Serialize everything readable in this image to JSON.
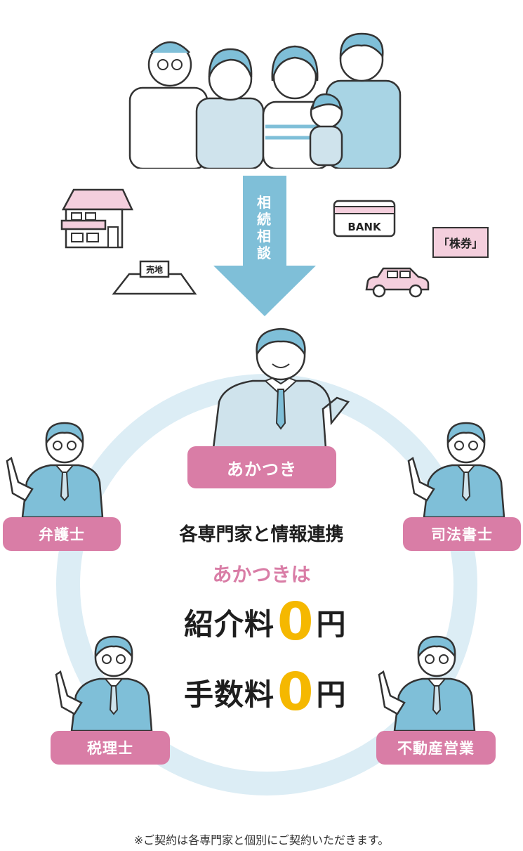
{
  "flow": {
    "label": "相続相談"
  },
  "assets": {
    "bank": "BANK",
    "stock": "「株券」",
    "land": "売地"
  },
  "center": {
    "name": "あかつき"
  },
  "headline": "各専門家と情報連携",
  "subline": "あかつきは",
  "fees": [
    {
      "label": "紹介料",
      "value": "0",
      "unit": "円"
    },
    {
      "label": "手数料",
      "value": "0",
      "unit": "円"
    }
  ],
  "experts": {
    "lawyer": "弁護士",
    "scrivener": "司法書士",
    "tax": "税理士",
    "realestate": "不動産営業"
  },
  "footnote": "※ご契約は各専門家と個別にご契約いただきます。",
  "colors": {
    "pink": "#d97da6",
    "blue": "#7fbfd8",
    "ring": "#dcedf5",
    "yellow": "#f5b800"
  }
}
